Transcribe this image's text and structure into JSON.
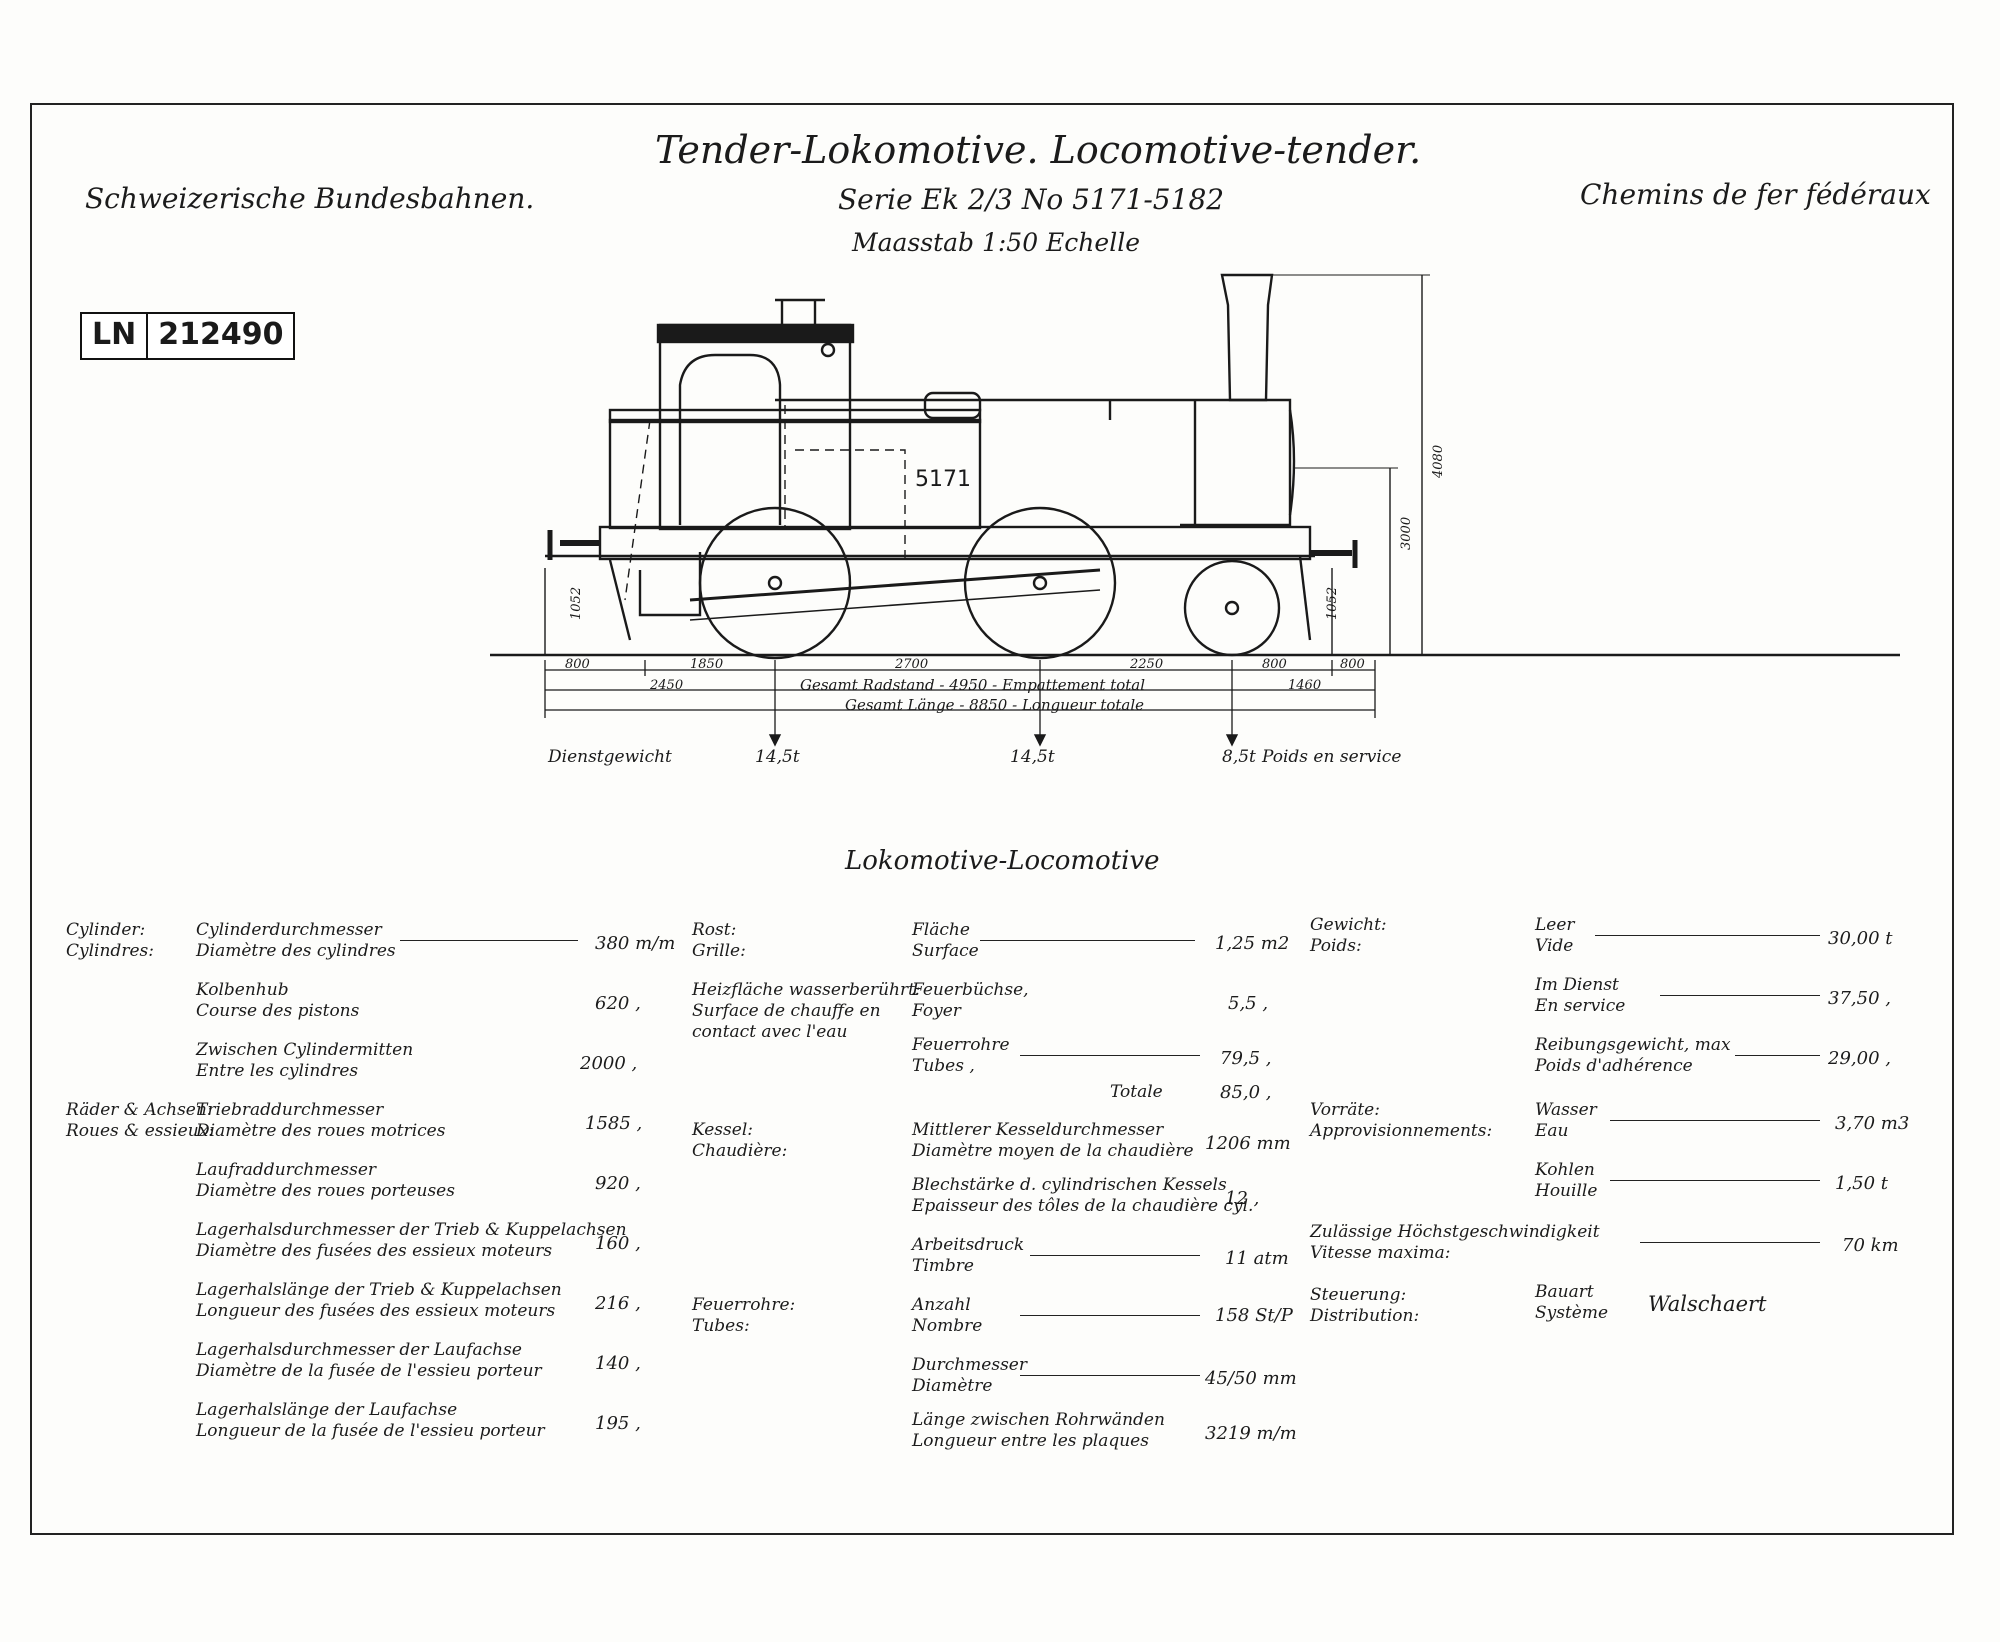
{
  "header": {
    "title": "Tender-Lokomotive. Locomotive-tender.",
    "series": "Serie Ek 2/3 No 5171-5182",
    "scale": "Maasstab 1:50 Echelle",
    "left": "Schweizerische Bundesbahnen.",
    "right": "Chemins de fer fédéraux",
    "stamp_prefix": "LN",
    "stamp_number": "212490"
  },
  "drawing": {
    "loco_number": "5171",
    "dims": {
      "height_total": "4080",
      "height_axis": "3000",
      "buffer_height_left": "1052",
      "buffer_height_right": "1052",
      "d1": "800",
      "d2": "1850",
      "d3": "2700",
      "d4": "2250",
      "d5": "800",
      "d6": "800",
      "d7": "2450",
      "d8": "1460",
      "wheelbase": "Gesamt Radstand - 4950 - Empattement total",
      "length": "Gesamt Länge - 8850 - Longueur totale"
    },
    "weights": {
      "label_left": "Dienstgewicht",
      "w1": "14,5t",
      "w2": "14,5t",
      "w3": "8,5t",
      "label_right": "Poids en service"
    }
  },
  "section_title": "Lokomotive-Locomotive",
  "col1": {
    "cat1": [
      "Cylinder:",
      "Cylindres:"
    ],
    "cat2": [
      "Räder & Achsen:",
      "Roues & essieux:"
    ],
    "rows": [
      {
        "de": "Cylinderdurchmesser",
        "fr": "Diamètre des cylindres",
        "value": "380 m/m"
      },
      {
        "de": "Kolbenhub",
        "fr": "Course des pistons",
        "value": "620 ,"
      },
      {
        "de": "Zwischen Cylindermitten",
        "fr": "Entre les cylindres",
        "value": "2000 ,"
      },
      {
        "de": "Triebraddurchmesser",
        "fr": "Diamètre des roues motrices",
        "value": "1585 ,"
      },
      {
        "de": "Laufraddurchmesser",
        "fr": "Diamètre des roues porteuses",
        "value": "920 ,"
      },
      {
        "de": "Lagerhalsdurchmesser der Trieb & Kuppelachsen",
        "fr": "Diamètre des fusées des essieux moteurs",
        "value": "160 ,"
      },
      {
        "de": "Lagerhalslänge der Trieb & Kuppelachsen",
        "fr": "Longueur des fusées des essieux moteurs",
        "value": "216 ,"
      },
      {
        "de": "Lagerhalsdurchmesser der Laufachse",
        "fr": "Diamètre de la fusée de l'essieu porteur",
        "value": "140 ,"
      },
      {
        "de": "Lagerhalslänge der Laufachse",
        "fr": "Longueur de la fusée de l'essieu porteur",
        "value": "195 ,"
      }
    ]
  },
  "col2": {
    "cat1": [
      "Rost:",
      "Grille:"
    ],
    "cat2": [
      "Heizfläche wasserberührt:",
      "Surface de chauffe en",
      "contact avec l'eau"
    ],
    "cat3": [
      "Kessel:",
      "Chaudière:"
    ],
    "cat4": [
      "Feuerrohre:",
      "Tubes:"
    ],
    "rows": [
      {
        "de": "Fläche",
        "fr": "Surface",
        "value": "1,25 m2"
      },
      {
        "de": "Feuerbüchse,",
        "fr": "Foyer",
        "value": "5,5 ,"
      },
      {
        "de": "Feuerrohre",
        "fr": "Tubes ,",
        "value": "79,5 ,"
      },
      {
        "de": "Totale",
        "fr": "",
        "value": "85,0 ,"
      },
      {
        "de": "Mittlerer Kesseldurchmesser",
        "fr": "Diamètre moyen de la chaudière",
        "value": "1206 mm"
      },
      {
        "de": "Blechstärke d. cylindrischen Kessels",
        "fr": "Epaisseur des tôles de la chaudière cyl.",
        "value": "12 ,"
      },
      {
        "de": "Arbeitsdruck",
        "fr": "Timbre",
        "value": "11 atm"
      },
      {
        "de": "Anzahl",
        "fr": "Nombre",
        "value": "158 St/P"
      },
      {
        "de": "Durchmesser",
        "fr": "Diamètre",
        "value": "45/50 mm"
      },
      {
        "de": "Länge zwischen Rohrwänden",
        "fr": "Longueur entre les plaques",
        "value": "3219 m/m"
      }
    ]
  },
  "col3": {
    "cat1": [
      "Gewicht:",
      "Poids:"
    ],
    "cat2": [
      "Vorräte:",
      "Approvisionnements:"
    ],
    "cat3": [
      "Steuerung:",
      "Distribution:"
    ],
    "rows": [
      {
        "de": "Leer",
        "fr": "Vide",
        "value": "30,00 t"
      },
      {
        "de": "Im Dienst",
        "fr": "En service",
        "value": "37,50 ,"
      },
      {
        "de": "Reibungsgewicht, max",
        "fr": "Poids d'adhérence",
        "value": "29,00 ,"
      },
      {
        "de": "Wasser",
        "fr": "Eau",
        "value": "3,70 m3"
      },
      {
        "de": "Kohlen",
        "fr": "Houille",
        "value": "1,50 t"
      }
    ],
    "speed": {
      "de": "Zulässige Höchstgeschwindigkeit",
      "fr": "Vitesse maxima:",
      "value": "70 km"
    },
    "valve": {
      "de": "Bauart",
      "fr": "Système",
      "value": "Walschaert"
    }
  }
}
